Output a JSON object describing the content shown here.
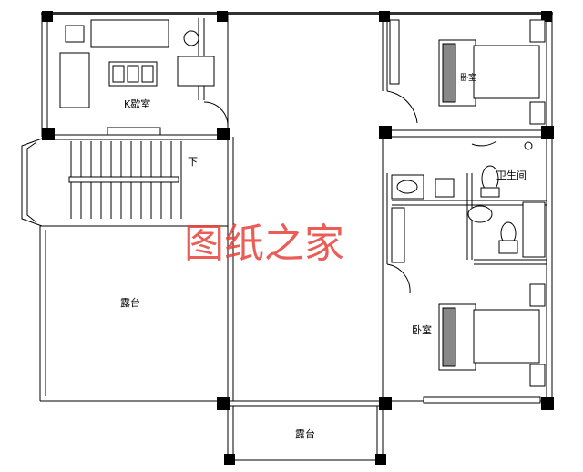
{
  "labels": {
    "lounge": "K歇室",
    "stairs_down": "下",
    "bathroom": "卫生间",
    "bedroom_top": "卧室",
    "bedroom_bottom": "卧室",
    "terrace_left": "露台",
    "terrace_bottom": "露台"
  },
  "watermark": "图纸之家",
  "colors": {
    "watermark": "#e8423c",
    "lines": "#000000"
  }
}
